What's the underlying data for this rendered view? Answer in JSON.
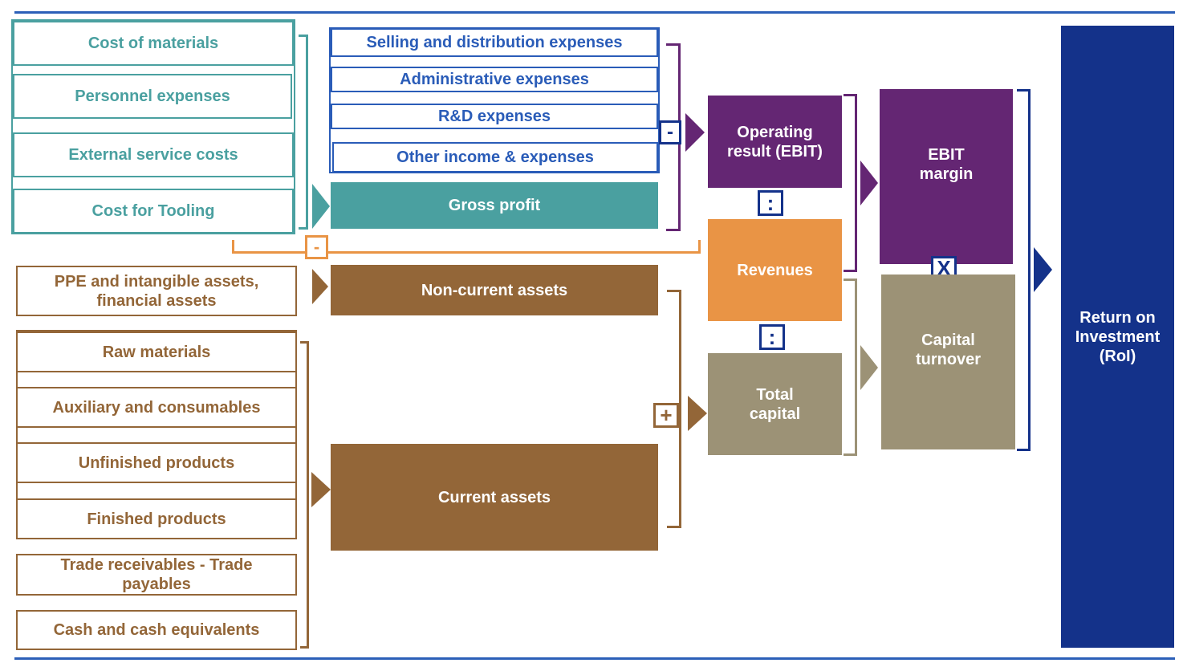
{
  "colors": {
    "teal": "#4aa0a0",
    "blue": "#2a5cb8",
    "brown": "#936638",
    "purple": "#642673",
    "orange": "#e99445",
    "khaki": "#9c9276",
    "navy": "#14328a"
  },
  "cost_items": [
    "Cost of materials",
    "Personnel expenses",
    "External service costs",
    "Cost for Tooling"
  ],
  "expense_items": [
    "Selling and distribution expenses",
    "Administrative expenses",
    "R&D expenses",
    "Other income & expenses"
  ],
  "gross_profit": "Gross profit",
  "non_current_source": "PPE and intangible assets, financial assets",
  "non_current_assets": "Non-current assets",
  "current_items": [
    "Raw materials",
    "Auxiliary and consumables",
    "Unfinished products",
    "Finished products",
    "Trade receivables - Trade payables",
    "Cash and cash equivalents"
  ],
  "current_assets": "Current assets",
  "operating_result": "Operating result (EBIT)",
  "revenues": "Revenues",
  "total_capital": "Total capital",
  "ebit_margin": "EBIT margin",
  "capital_turnover": "Capital turnover",
  "roi": "Return on Investment (RoI)",
  "operators": {
    "minus": "-",
    "divide": ":",
    "multiply": "X",
    "plus": "+"
  }
}
